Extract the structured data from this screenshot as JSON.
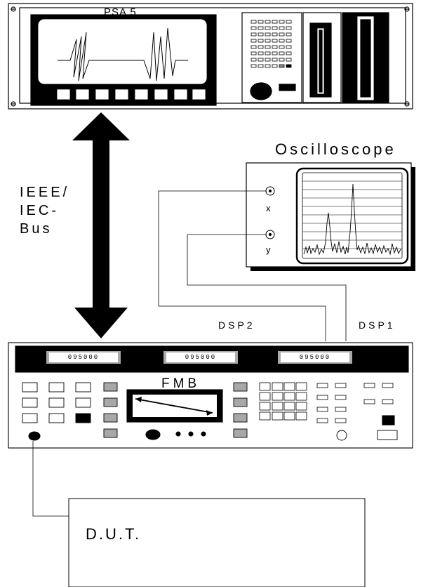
{
  "analyzer": {
    "title": "PSA 5"
  },
  "oscilloscope": {
    "title": "Oscilloscope",
    "input_x": "x",
    "input_y": "y"
  },
  "bus": {
    "lines": [
      "IEEE/",
      "IEC-",
      "Bus"
    ]
  },
  "fmb": {
    "title": "FMB",
    "displays": [
      "095000",
      "095000",
      "095000"
    ],
    "outputs": {
      "dsp1": "DSP1",
      "dsp2": "DSP2"
    }
  },
  "dut": {
    "label": "D.U.T."
  },
  "colors": {
    "line": "#000000",
    "panel": "#ffffff",
    "button_gray": "#a8a8a8"
  }
}
